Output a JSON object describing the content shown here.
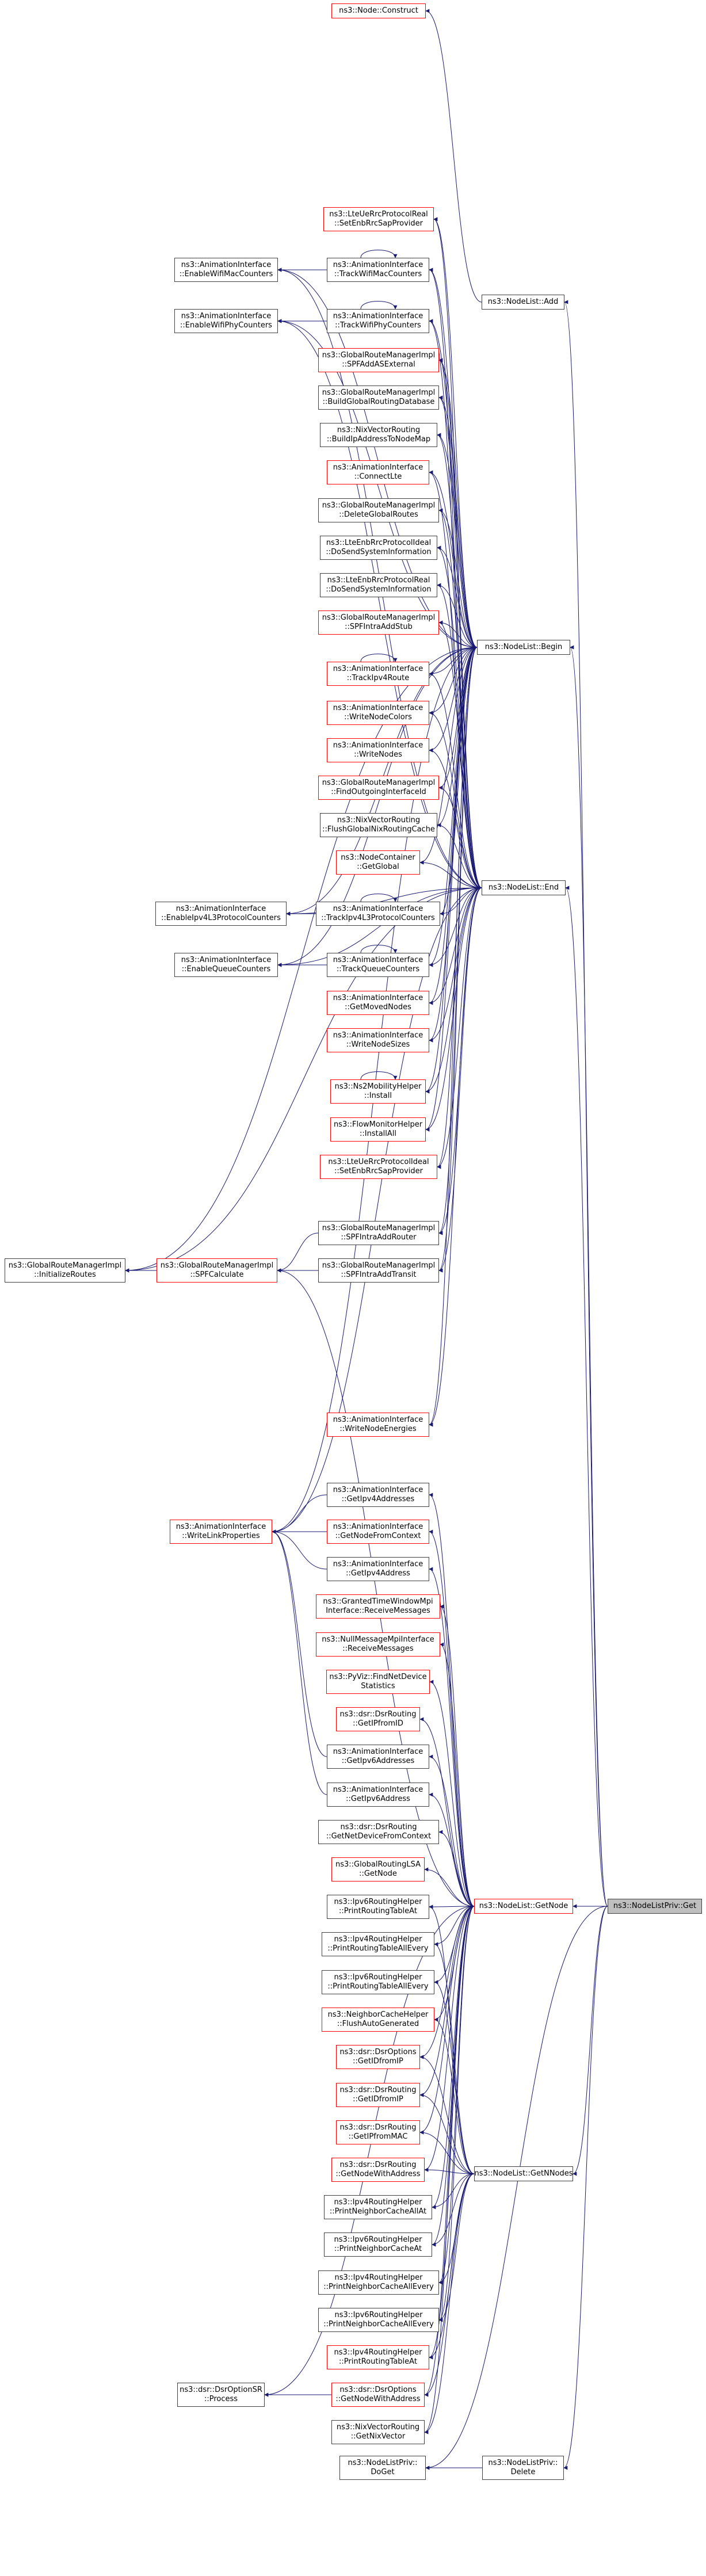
{
  "colors": {
    "edge": "#191970",
    "border": "#404040",
    "highlight": "#ff0000",
    "focus_fill": "#bfbfbf"
  },
  "nodes": {
    "construct": [
      "ns3::Node::Construct"
    ],
    "add": [
      "ns3::NodeList::Add"
    ],
    "setenbrrc": [
      "ns3::LteUeRrcProtocolReal",
      "::SetEnbRrcSapProvider"
    ],
    "enablewifimac": [
      "ns3::AnimationInterface",
      "::EnableWifiMacCounters"
    ],
    "trackwifimac": [
      "ns3::AnimationInterface",
      "::TrackWifiMacCounters"
    ],
    "enablewifiphy": [
      "ns3::AnimationInterface",
      "::EnableWifiPhyCounters"
    ],
    "trackwifiphy": [
      "ns3::AnimationInterface",
      "::TrackWifiPhyCounters"
    ],
    "spfaddase": [
      "ns3::GlobalRouteManagerImpl",
      "::SPFAddASExternal"
    ],
    "buildglobal": [
      "ns3::GlobalRouteManagerImpl",
      "::BuildGlobalRoutingDatabase"
    ],
    "nixbuild": [
      "ns3::NixVectorRouting",
      "::BuildIpAddressToNodeMap"
    ],
    "connectlte": [
      "ns3::AnimationInterface",
      "::ConnectLte"
    ],
    "deleteglobal": [
      "ns3::GlobalRouteManagerImpl",
      "::DeleteGlobalRoutes"
    ],
    "enbideal": [
      "ns3::LteEnbRrcProtocolIdeal",
      "::DoSendSystemInformation"
    ],
    "enbreal": [
      "ns3::LteEnbRrcProtocolReal",
      "::DoSendSystemInformation"
    ],
    "begin": [
      "ns3::NodeList::Begin"
    ],
    "spfintrastub": [
      "ns3::GlobalRouteManagerImpl",
      "::SPFIntraAddStub"
    ],
    "trackipv4route": [
      "ns3::AnimationInterface",
      "::TrackIpv4Route"
    ],
    "writenodecolors": [
      "ns3::AnimationInterface",
      "::WriteNodeColors"
    ],
    "writenodes": [
      "ns3::AnimationInterface",
      "::WriteNodes"
    ],
    "findoutgoing": [
      "ns3::GlobalRouteManagerImpl",
      "::FindOutgoingInterfaceId"
    ],
    "nixflush": [
      "ns3::NixVectorRouting",
      "::FlushGlobalNixRoutingCache"
    ],
    "nodecontainer": [
      "ns3::NodeContainer",
      "::GetGlobal"
    ],
    "end": [
      "ns3::NodeList::End"
    ],
    "enableipv4l3": [
      "ns3::AnimationInterface",
      "::EnableIpv4L3ProtocolCounters"
    ],
    "trackipv4l3": [
      "ns3::AnimationInterface",
      "::TrackIpv4L3ProtocolCounters"
    ],
    "enablequeue": [
      "ns3::AnimationInterface",
      "::EnableQueueCounters"
    ],
    "trackqueue": [
      "ns3::AnimationInterface",
      "::TrackQueueCounters"
    ],
    "getmoved": [
      "ns3::AnimationInterface",
      "::GetMovedNodes"
    ],
    "writenodesizes": [
      "ns3::AnimationInterface",
      "::WriteNodeSizes"
    ],
    "ns2mobility": [
      "ns3::Ns2MobilityHelper",
      "::Install"
    ],
    "flowmonitor": [
      "ns3::FlowMonitorHelper",
      "::InstallAll"
    ],
    "ueideal": [
      "ns3::LteUeRrcProtocolIdeal",
      "::SetEnbRrcSapProvider"
    ],
    "initroutes": [
      "ns3::GlobalRouteManagerImpl",
      "::InitializeRoutes"
    ],
    "spfcalc": [
      "ns3::GlobalRouteManagerImpl",
      "::SPFCalculate"
    ],
    "spfintrarouter": [
      "ns3::GlobalRouteManagerImpl",
      "::SPFIntraAddRouter"
    ],
    "spfintratransit": [
      "ns3::GlobalRouteManagerImpl",
      "::SPFIntraAddTransit"
    ],
    "writeenergies": [
      "ns3::AnimationInterface",
      "::WriteNodeEnergies"
    ],
    "getipv4addrs": [
      "ns3::AnimationInterface",
      "::GetIpv4Addresses"
    ],
    "writelinkprops": [
      "ns3::AnimationInterface",
      "::WriteLinkProperties"
    ],
    "getnodefromctx": [
      "ns3::AnimationInterface",
      "::GetNodeFromContext"
    ],
    "getipv4addr": [
      "ns3::AnimationInterface",
      "::GetIpv4Address"
    ],
    "grantedtw": [
      "ns3::GrantedTimeWindowMpi",
      "Interface::ReceiveMessages"
    ],
    "nullmsg": [
      "ns3::NullMessageMpiInterface",
      "::ReceiveMessages"
    ],
    "pyviz": [
      "ns3::PyViz::FindNetDevice",
      "Statistics"
    ],
    "dsrgetipfromid": [
      "ns3::dsr::DsrRouting",
      "::GetIPfromID"
    ],
    "getipv6addrs": [
      "ns3::AnimationInterface",
      "::GetIpv6Addresses"
    ],
    "getipv6addr": [
      "ns3::AnimationInterface",
      "::GetIpv6Address"
    ],
    "dsrgetnetdev": [
      "ns3::dsr::DsrRouting",
      "::GetNetDeviceFromContext"
    ],
    "globallsa": [
      "ns3::GlobalRoutingLSA",
      "::GetNode"
    ],
    "ipv6printrtat": [
      "ns3::Ipv6RoutingHelper",
      "::PrintRoutingTableAt"
    ],
    "getnode": [
      "ns3::NodeList::GetNode"
    ],
    "privget": [
      "ns3::NodeListPriv::Get"
    ],
    "ipv4printrtallevery": [
      "ns3::Ipv4RoutingHelper",
      "::PrintRoutingTableAllEvery"
    ],
    "ipv6printrtallevery": [
      "ns3::Ipv6RoutingHelper",
      "::PrintRoutingTableAllEvery"
    ],
    "neighcache": [
      "ns3::NeighborCacheHelper",
      "::FlushAutoGenerated"
    ],
    "dsroptgetidfromip": [
      "ns3::dsr::DsrOptions",
      "::GetIDfromIP"
    ],
    "dsrroutgetidfromip": [
      "ns3::dsr::DsrRouting",
      "::GetIDfromIP"
    ],
    "dsrgetipfrommac": [
      "ns3::dsr::DsrRouting",
      "::GetIPfromMAC"
    ],
    "dsrgetnodewithaddr": [
      "ns3::dsr::DsrRouting",
      "::GetNodeWithAddress"
    ],
    "ipv4printncallat": [
      "ns3::Ipv4RoutingHelper",
      "::PrintNeighborCacheAllAt"
    ],
    "getnnodes": [
      "ns3::NodeList::GetNNodes"
    ],
    "ipv6printncat": [
      "ns3::Ipv6RoutingHelper",
      "::PrintNeighborCacheAt"
    ],
    "ipv4printncallevery": [
      "ns3::Ipv4RoutingHelper",
      "::PrintNeighborCacheAllEvery"
    ],
    "ipv6printncallevery": [
      "ns3::Ipv6RoutingHelper",
      "::PrintNeighborCacheAllEvery"
    ],
    "ipv4printrtat": [
      "ns3::Ipv4RoutingHelper",
      "::PrintRoutingTableAt"
    ],
    "dsrsrprocess": [
      "ns3::dsr::DsrOptionSR",
      "::Process"
    ],
    "dsroptgetnodewithaddr": [
      "ns3::dsr::DsrOptions",
      "::GetNodeWithAddress"
    ],
    "nixgetvector": [
      "ns3::NixVectorRouting",
      "::GetNixVector"
    ],
    "doget": [
      "ns3::NodeListPriv::",
      "DoGet"
    ],
    "privdelete": [
      "ns3::NodeListPriv::",
      "Delete"
    ]
  }
}
